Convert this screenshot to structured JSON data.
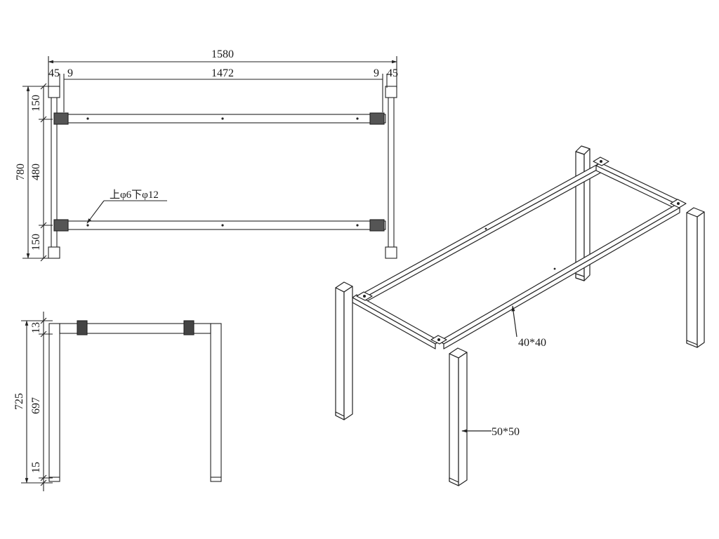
{
  "top_view": {
    "dims": {
      "overall_length": "1580",
      "inner_length": "1472",
      "leg_left": "45",
      "gap_left": "9",
      "gap_right": "9",
      "leg_right": "45",
      "overall_width": "780",
      "end_offset_top": "150",
      "beam_spacing": "480",
      "end_offset_bottom": "150"
    },
    "hole_note": "上φ6下φ12"
  },
  "side_view": {
    "dims": {
      "overall_height": "725",
      "beam_height": "13",
      "leg_height": "697",
      "foot_height": "15"
    }
  },
  "iso_view": {
    "beam_section": "40*40",
    "leg_section": "50*50"
  }
}
